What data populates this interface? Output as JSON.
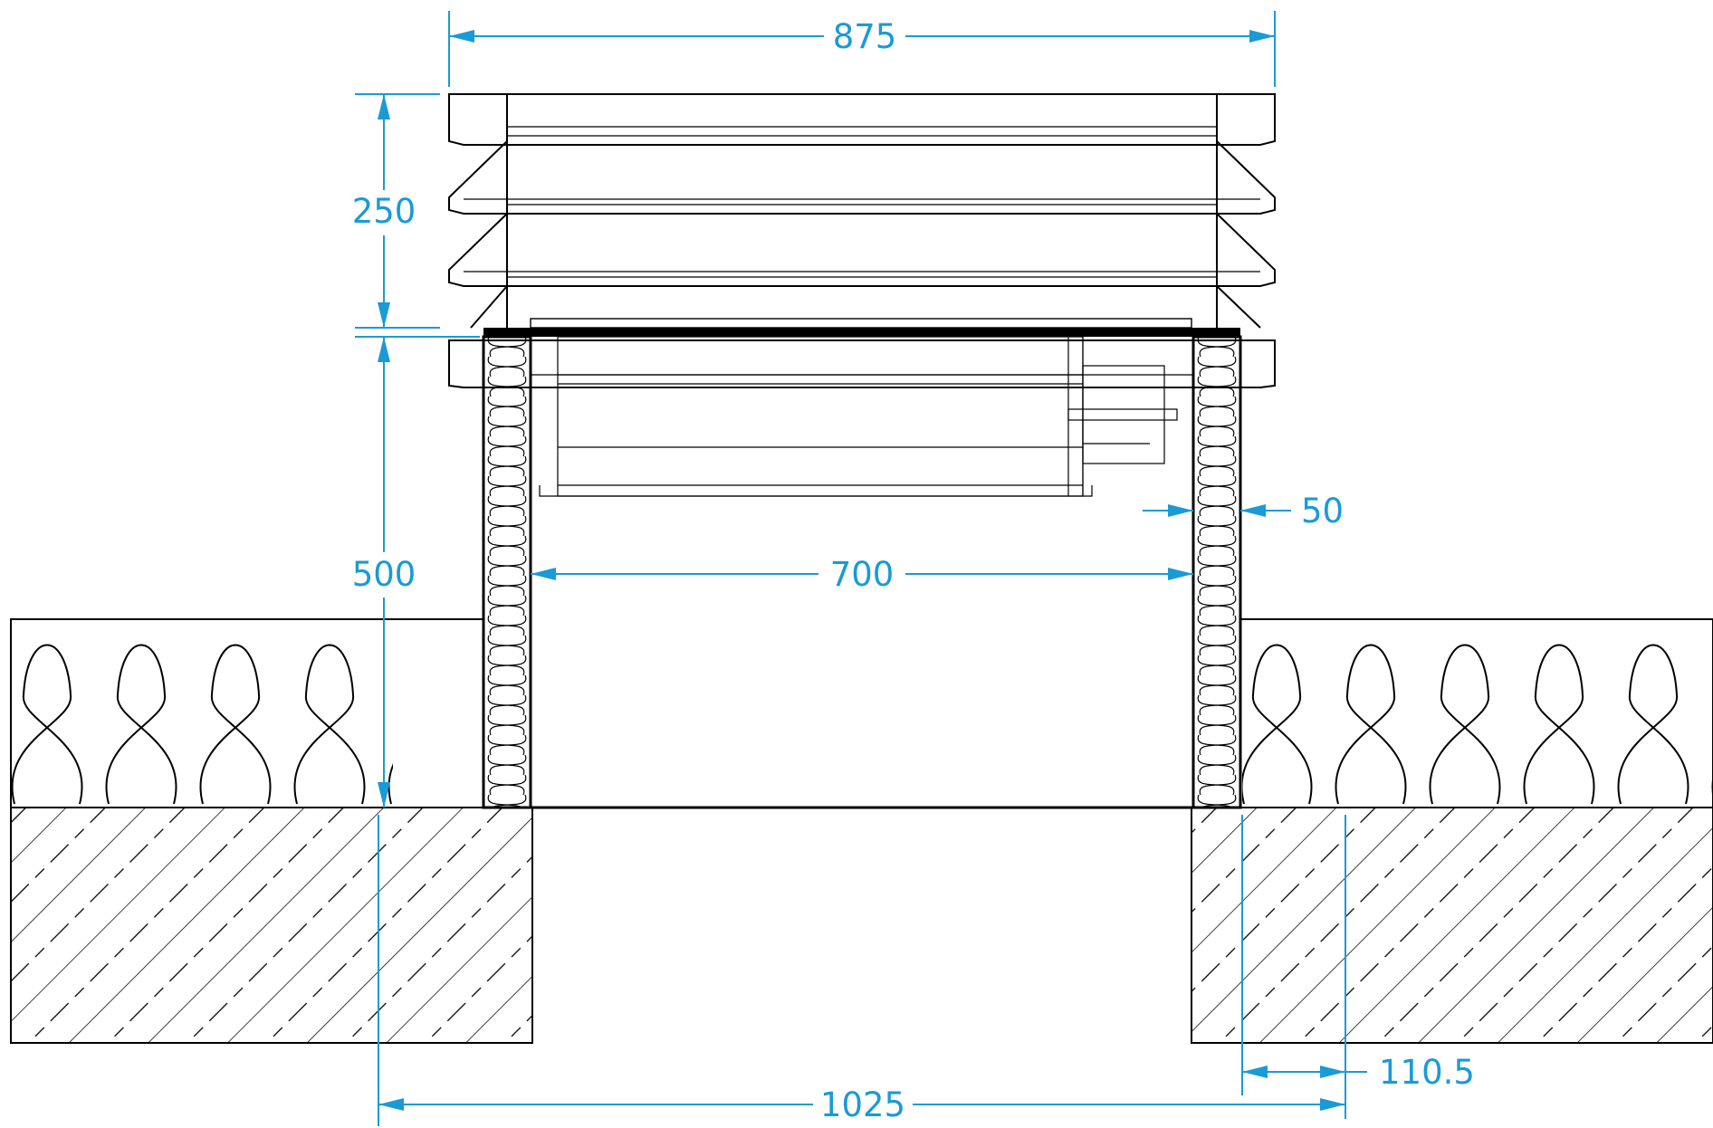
{
  "dimensions": {
    "overall_width": "875",
    "cowl_height": "250",
    "upstand_height": "500",
    "wall_thickness": "50",
    "inner_width": "700",
    "edge_offset": "110.5",
    "opening_width": "1025"
  },
  "colors": {
    "dimension": "#1a9ad6",
    "lines": "#000000",
    "background": "#ffffff"
  }
}
